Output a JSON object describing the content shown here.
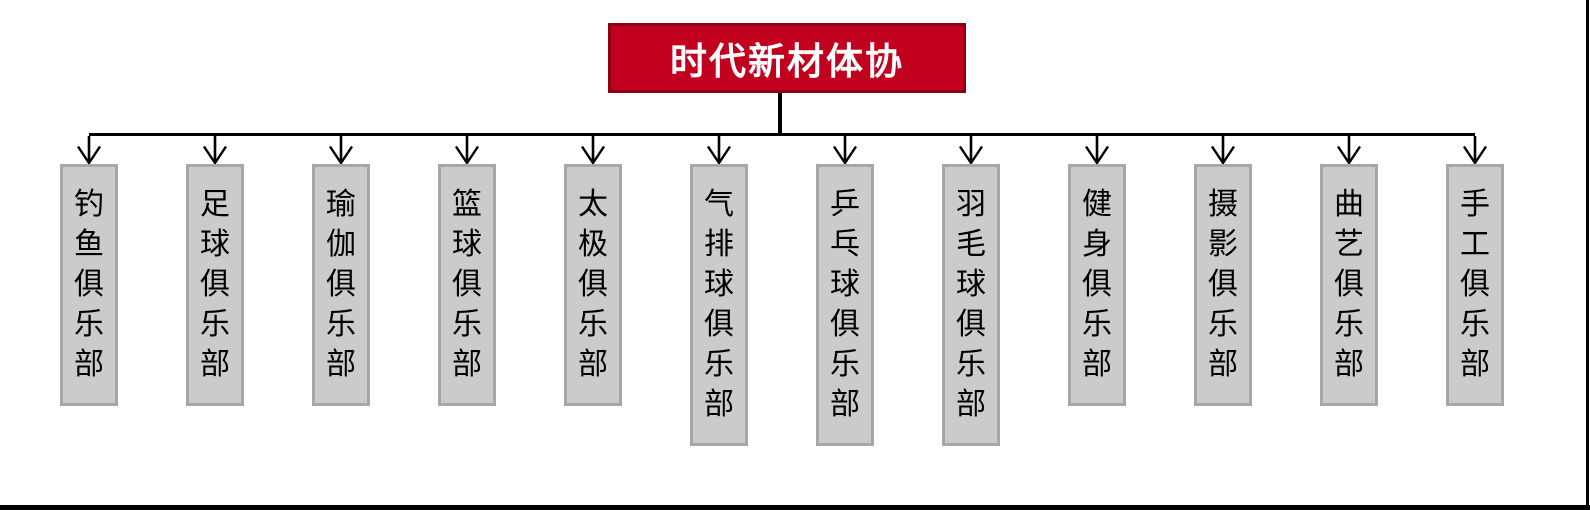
{
  "diagram": {
    "type": "org-chart",
    "root": {
      "label": "时代新材体协"
    },
    "clubs": [
      "钓鱼俱乐部",
      "足球俱乐部",
      "瑜伽俱乐部",
      "篮球俱乐部",
      "太极俱乐部",
      "气排球俱乐部",
      "乒乓球俱乐部",
      "羽毛球俱乐部",
      "健身俱乐部",
      "摄影俱乐部",
      "曲艺俱乐部",
      "手工俱乐部"
    ],
    "colors": {
      "root_fill": "#C1011E",
      "root_border": "#8E0013",
      "root_text": "#FFFFFF",
      "child_fill": "#CBCBCB",
      "child_border": "#A7A7A7",
      "child_text": "#000000",
      "connector": "#000000",
      "page_edge": "#000000"
    }
  }
}
